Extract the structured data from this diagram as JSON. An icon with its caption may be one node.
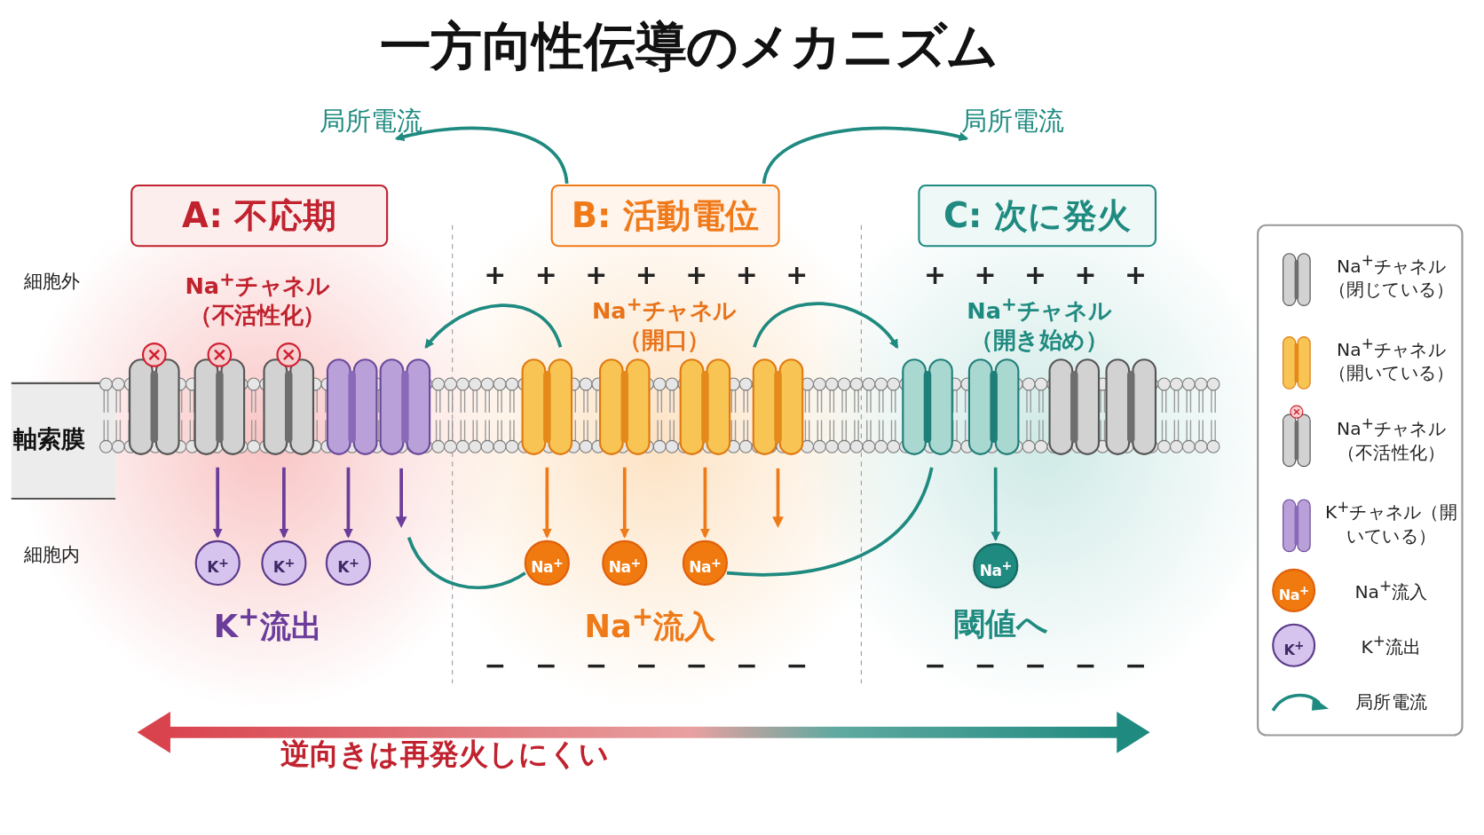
{
  "diagram": {
    "title": "一方向性伝導のメカニズム",
    "nodes": [
      {
        "text": [
          "A: 不応期"
        ]
      },
      {
        "text": [
          "B: 活動電位"
        ]
      },
      {
        "text": [
          "C: 次に発火"
        ]
      },
      {
        "text": [
          "局所電流"
        ]
      },
      {
        "text": [
          "局所電流"
        ]
      },
      {
        "text": [
          "Na$^{+}$チャネル（不活性化）"
        ]
      },
      {
        "text": [
          "Na$^{+}$チャネル（開口）"
        ]
      },
      {
        "text": [
          "Na$^{+}$チャネル（開き始め）"
        ]
      },
      {
        "text": [],
        "shape": "picture"
      },
      {
        "text": [],
        "shape": "picture"
      },
      {
        "text": [],
        "shape": "picture"
      },
      {
        "text": [
          "K$^{+}$"
        ]
      },
      {
        "text": [
          "K$^{+}$"
        ]
      },
      {
        "text": [
          "K$^{+}$"
        ]
      },
      {
        "text": [
          "Na$^{+}$"
        ]
      },
      {
        "text": [
          "Na$^{+}$"
        ]
      },
      {
        "text": [
          "Na$^{+}$"
        ]
      },
      {
        "text": [
          "Na$^{+}$"
        ]
      }
    ],
    "edges": [
      {
        "from": 1,
        "to": 3,
        "arrow": "to"
      },
      {
        "from": 1,
        "to": 4,
        "arrow": "to"
      },
      {
        "from": 9,
        "to": 8,
        "arrow": "to"
      },
      {
        "from": 9,
        "to": 10,
        "arrow": "to"
      },
      {
        "from": 14,
        "to": null,
        "arrow": "none"
      },
      {
        "from": 16,
        "to": 10,
        "arrow": "none"
      },
      {
        "from": 8,
        "to": 11,
        "arrow": "to",
        "color": "#6a3d9a"
      },
      {
        "from": 8,
        "to": 12,
        "arrow": "to",
        "color": "#6a3d9a"
      },
      {
        "from": 8,
        "to": 13,
        "arrow": "to",
        "color": "#6a3d9a"
      },
      {
        "from": 9,
        "to": 14,
        "arrow": "to",
        "color": "#ee7a1a"
      },
      {
        "from": 9,
        "to": 15,
        "arrow": "to",
        "color": "#ee7a1a"
      },
      {
        "from": 9,
        "to": 16,
        "arrow": "to",
        "color": "#ee7a1a"
      },
      {
        "from": 10,
        "to": 17,
        "arrow": "to"
      }
    ],
    "labels": [
      "細胞外",
      "軸索膜",
      "細胞内",
      "+",
      "+",
      "+",
      "+",
      "+",
      "+",
      "+",
      "+",
      "+",
      "+",
      "+",
      "+",
      "K$^{+}$流出",
      "Na$^{+}$流入",
      "閾値へ",
      "−",
      "−",
      "−",
      "−",
      "−",
      "−",
      "−",
      "−",
      "−",
      "−",
      "−",
      "−",
      "逆向きは再発火しにくい",
      "Na$^{+}$",
      "K$^{+}$"
    ],
    "legend": [
      {
        "text": "Na$^{+}$チャネル（閉じている）"
      },
      {
        "text": "Na$^{+}$チャネル（開いている）"
      },
      {
        "text": "Na$^{+}$チャネル（不活性化）"
      },
      {
        "text": "K$^{+}$チャネル（開いている）"
      },
      {
        "text": "Na$^{+}$流入"
      },
      {
        "text": "K$^{+}$流出"
      },
      {
        "text": "局所電流"
      }
    ]
  }
}
